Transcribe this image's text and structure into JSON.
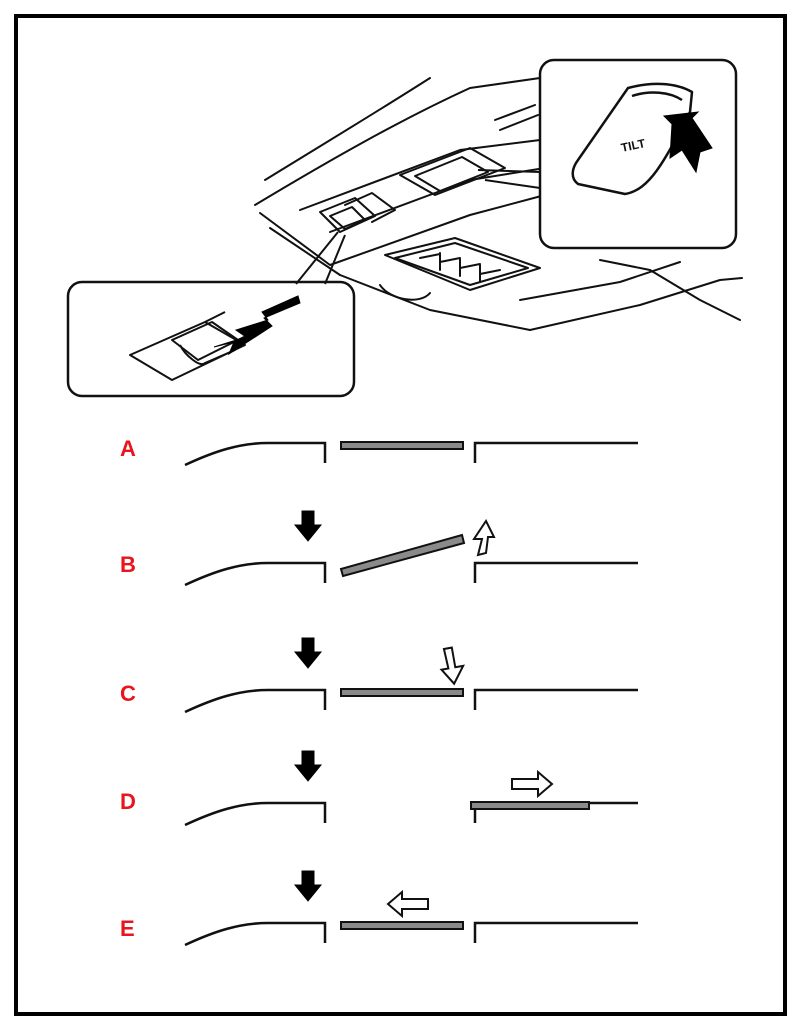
{
  "figure": {
    "callout_tilt_text": "TILT",
    "colors": {
      "label": "#e8141e",
      "outline": "#111111",
      "panel_fill": "#8a8a8a",
      "frame": "#000000"
    },
    "steps": [
      {
        "label": "A",
        "press_arrow": false,
        "panel_state": "closed",
        "motion_arrow": "none"
      },
      {
        "label": "B",
        "press_arrow": true,
        "panel_state": "tilted",
        "motion_arrow": "up"
      },
      {
        "label": "C",
        "press_arrow": true,
        "panel_state": "closed",
        "motion_arrow": "down"
      },
      {
        "label": "D",
        "press_arrow": true,
        "panel_state": "slid-open",
        "motion_arrow": "right"
      },
      {
        "label": "E",
        "press_arrow": true,
        "panel_state": "closed",
        "motion_arrow": "left"
      }
    ]
  }
}
